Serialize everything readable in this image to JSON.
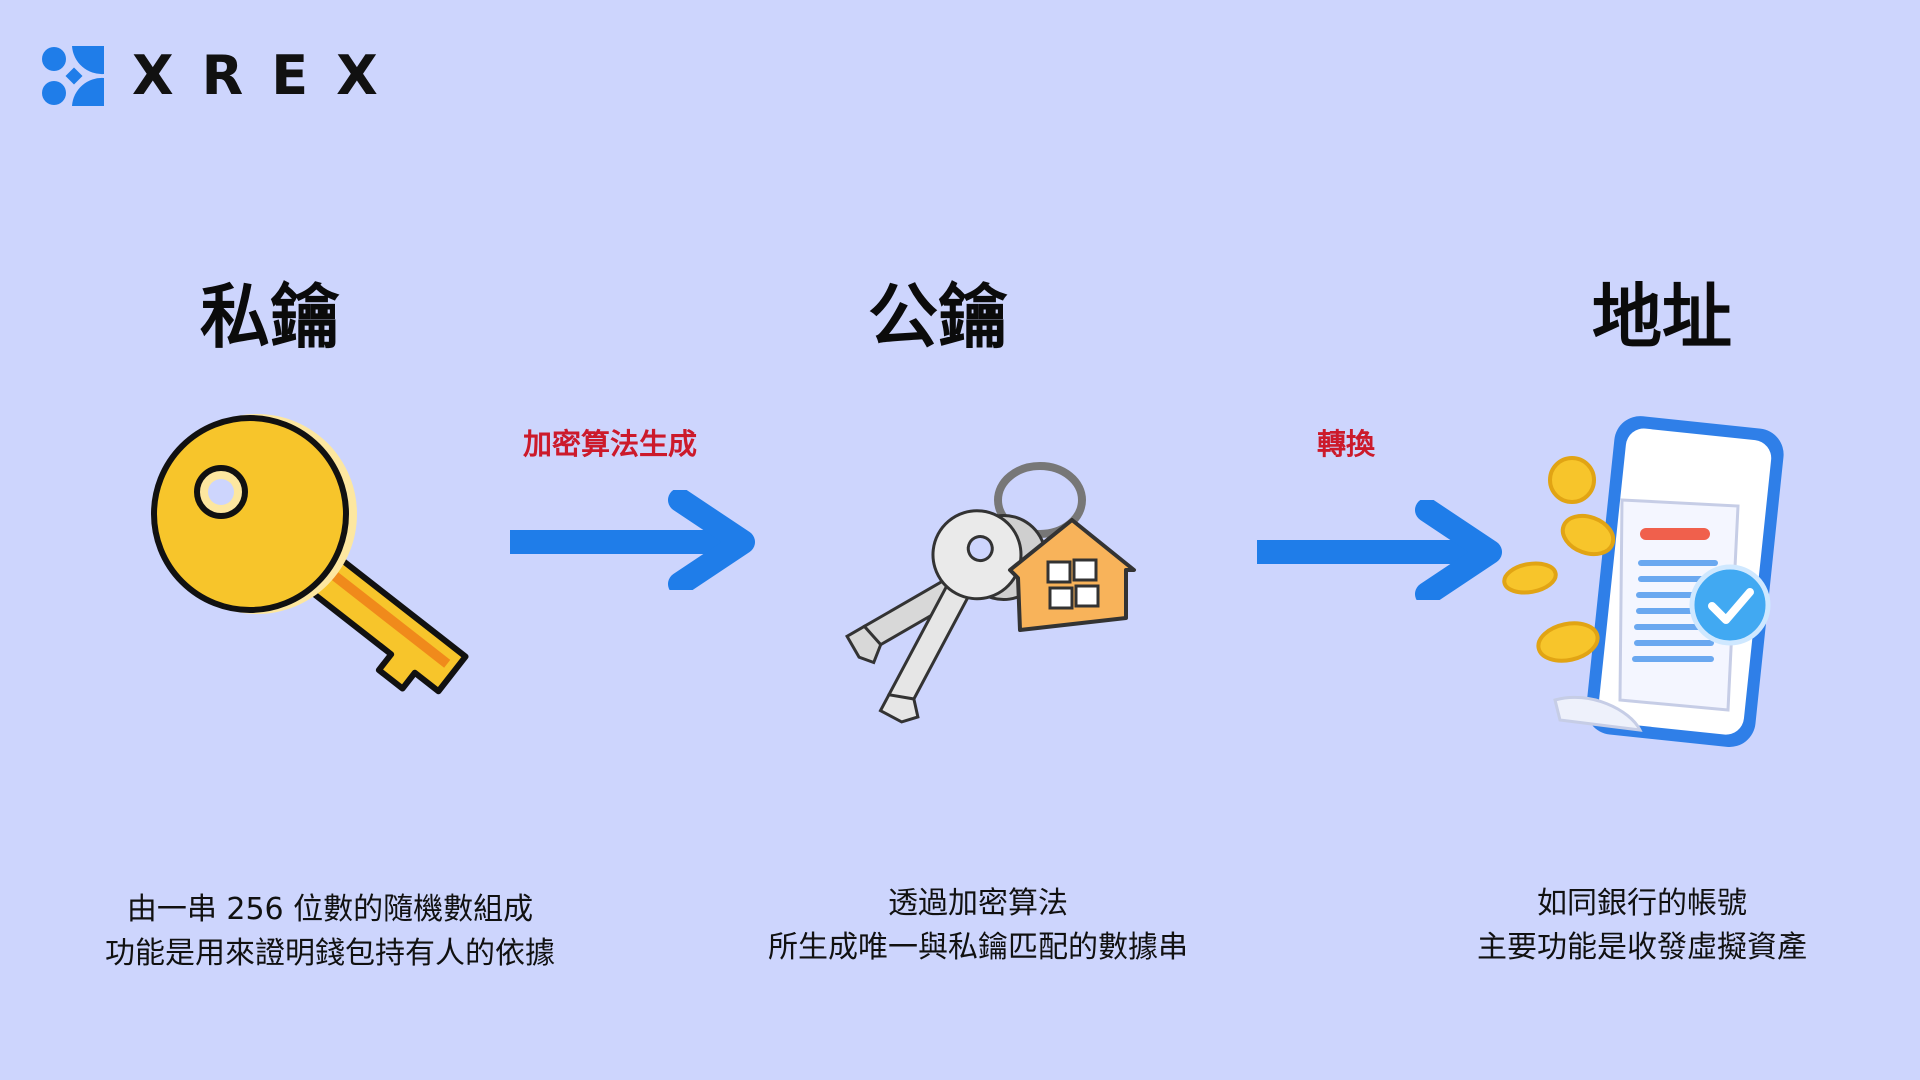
{
  "brand": {
    "name": "XREX",
    "accent": "#1f7de9"
  },
  "columns": [
    {
      "title": "私鑰",
      "icon": "golden-key",
      "desc_line1": "由一串 256 位數的隨機數組成",
      "desc_line2": "功能是用來證明錢包持有人的依據"
    },
    {
      "title": "公鑰",
      "icon": "keys-with-house-keychain",
      "desc_line1": "透過加密算法",
      "desc_line2": "所生成唯一與私鑰匹配的數據串"
    },
    {
      "title": "地址",
      "icon": "phone-with-receipt-and-coins",
      "desc_line1": "如同銀行的帳號",
      "desc_line2": "主要功能是收發虛擬資產"
    }
  ],
  "steps": [
    {
      "label": "加密算法生成",
      "icon": "arrow-right-icon"
    },
    {
      "label": "轉換",
      "icon": "arrow-right-icon"
    }
  ],
  "colors": {
    "background": "#cdd5fd",
    "step_label": "#cc1a2b",
    "arrow": "#1f7de9",
    "key_gold": "#f7c52b"
  }
}
